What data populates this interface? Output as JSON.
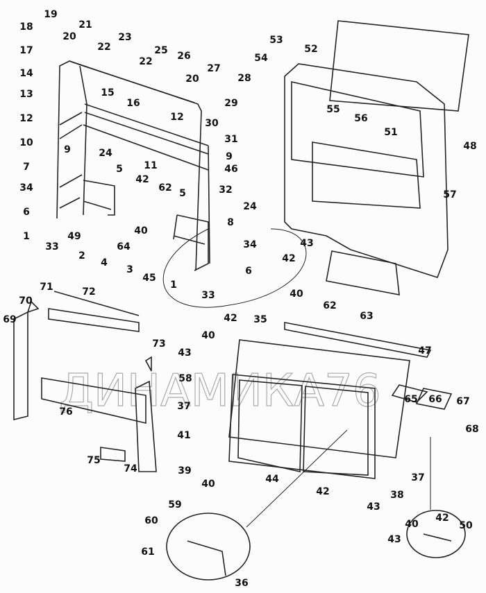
{
  "watermark": "ДИНАМИКА76",
  "labels": [
    "19",
    "18",
    "20",
    "21",
    "17",
    "22",
    "23",
    "25",
    "22",
    "26",
    "14",
    "15",
    "20",
    "27",
    "28",
    "13",
    "29",
    "16",
    "12",
    "12",
    "30",
    "31",
    "10",
    "9",
    "24",
    "7",
    "11",
    "5",
    "9",
    "46",
    "34",
    "42",
    "62",
    "32",
    "5",
    "24",
    "6",
    "40",
    "1",
    "8",
    "33",
    "49",
    "2",
    "4",
    "64",
    "34",
    "3",
    "6",
    "45",
    "1",
    "33",
    "53",
    "54",
    "52",
    "55",
    "56",
    "51",
    "48",
    "57",
    "43",
    "42",
    "40",
    "62",
    "63",
    "70",
    "71",
    "72",
    "69",
    "42",
    "35",
    "40",
    "43",
    "47",
    "73",
    "58",
    "37",
    "65",
    "66",
    "67",
    "68",
    "76",
    "41",
    "39",
    "40",
    "75",
    "74",
    "44",
    "37",
    "38",
    "42",
    "43",
    "59",
    "60",
    "61",
    "36",
    "40",
    "42",
    "50",
    "43"
  ]
}
